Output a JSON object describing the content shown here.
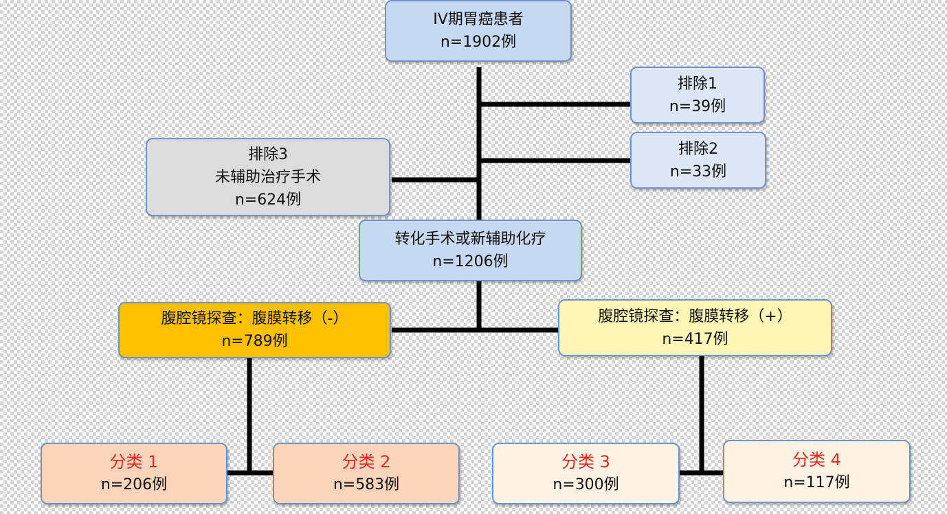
{
  "colors": {
    "connector": "#000000",
    "node_border": "#6f93c9",
    "blue_fill": "#c6d9f1",
    "light_blue_fill": "#dce6f5",
    "gray_fill": "#dcdcdc",
    "gold_fill": "#ffc000",
    "light_yellow_fill": "#fff5b4",
    "salmon_fill": "#fbd4bc",
    "cream_fill": "#fff3e6",
    "class_text": "#e8261f"
  },
  "nodes": {
    "patients": {
      "lines": [
        "IV期胃癌患者",
        "n=1902例"
      ]
    },
    "exclude1": {
      "lines": [
        "排除1",
        "n=39例"
      ]
    },
    "exclude2": {
      "lines": [
        "排除2",
        "n=33例"
      ]
    },
    "exclude3": {
      "lines": [
        "排除3",
        "未辅助治疗手术",
        "n=624例"
      ]
    },
    "conversion": {
      "lines": [
        "转化手术或新辅助化疗",
        "n=1206例"
      ]
    },
    "lap_negative": {
      "lines": [
        "腹腔镜探查：腹膜转移（-）",
        "n=789例"
      ]
    },
    "lap_positive": {
      "lines": [
        "腹腔镜探查：腹膜转移（+）",
        "n=417例"
      ]
    },
    "class1": {
      "label": "分类 1",
      "count": "n=206例"
    },
    "class2": {
      "label": "分类 2",
      "count": "n=583例"
    },
    "class3": {
      "label": "分类 3",
      "count": "n=300例"
    },
    "class4": {
      "label": "分类 4",
      "count": "n=117例"
    }
  }
}
